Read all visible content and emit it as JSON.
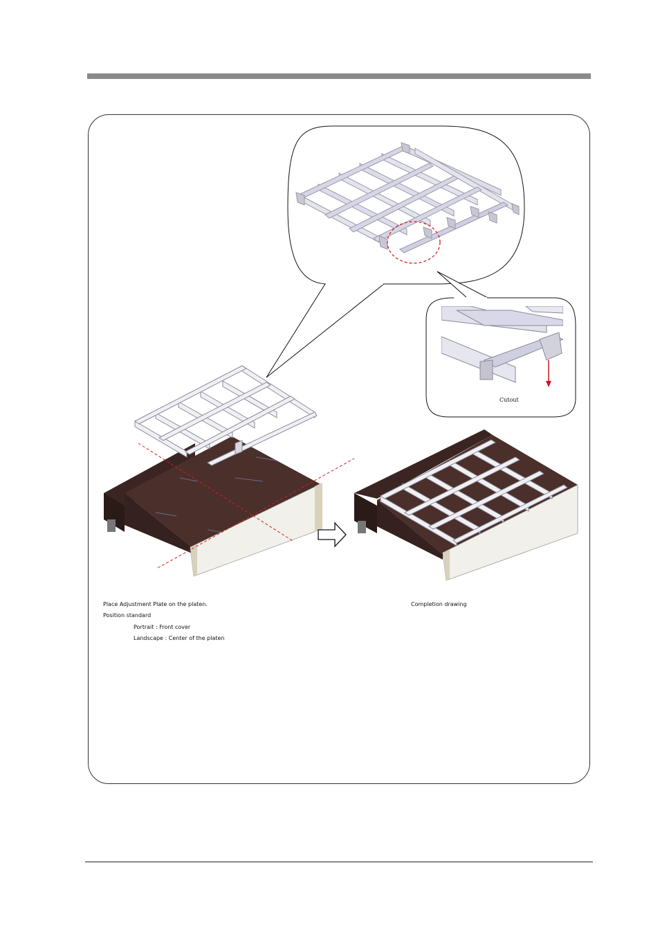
{
  "left_caption": {
    "line1": "Place Adjustment Plate on the platen.",
    "line2": "Position standard",
    "line3": "Portrait : Front cover",
    "line4": "Landscape : Center of the platen"
  },
  "right_caption": "Completion drawing",
  "detail_label": "Cutout",
  "colors": {
    "platen": "#4a2f2b",
    "plate": "#e6e6ec",
    "front_cover": "#f2f0ea",
    "guide_line": "#d22020",
    "arrow_red": "#c8141e"
  },
  "icons": {
    "arrow": "right-arrow-icon"
  }
}
